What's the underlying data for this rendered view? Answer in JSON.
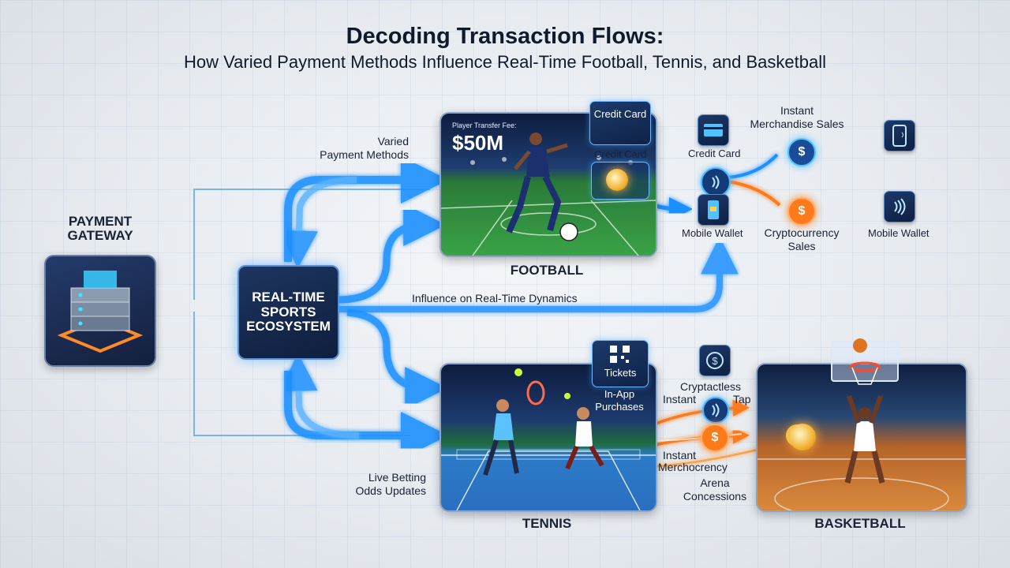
{
  "title": "Decoding Transaction Flows:",
  "subtitle": "How Varied Payment Methods Influence Real-Time Football, Tennis, and Basketball",
  "gateway": {
    "line1": "PAYMENT",
    "line2": "GATEWAY"
  },
  "hub": {
    "line1": "REAL-TIME",
    "line2": "SPORTS",
    "line3": "ECOSYSTEM"
  },
  "labels": {
    "varied": "Varied",
    "payment_methods": "Payment Methods",
    "influence": "Influence on Real-Time Dynamics",
    "live_betting": "Live Betting",
    "odds_updates": "Odds Updates"
  },
  "football": {
    "caption": "FOOTBALL",
    "fee_label": "Player Transfer Fee:",
    "fee_value": "$50M",
    "chip_top": "Credit Card",
    "chip_mid": "Credit Card",
    "out_credit": "Credit Card",
    "out_wallet": "Mobile Wallet",
    "instant": "Instant",
    "merch": "Merchandise Sales",
    "crypto": "Cryptocurrency",
    "crypto_sales": "Sales",
    "far_wallet": "Mobile Wallet"
  },
  "tennis": {
    "caption": "TENNIS",
    "tickets": "Tickets",
    "inapp1": "In-App",
    "inapp2": "Purchases"
  },
  "basketball": {
    "caption": "BASKETBALL",
    "cryptactless": "Cryptactless",
    "instant": "Instant",
    "tap": "Tap",
    "instant2": "Instant",
    "merchocrency": "Merchocrency",
    "arena": "Arena",
    "concessions": "Concessions"
  },
  "icons": {
    "gateway": "server-stack-icon",
    "card": "credit-card-icon",
    "wallet": "mobile-wallet-icon",
    "nfc": "contactless-icon",
    "crypto": "crypto-coin-icon",
    "dollar": "dollar-coin-icon",
    "phone": "smartphone-icon",
    "qr": "qr-code-icon",
    "coin": "tennis-ball-coin-icon"
  },
  "colors": {
    "blue_flow": "#1e90ff",
    "orange_flow": "#ff7a1a",
    "hub_fill": "#14284d",
    "accent": "#2fa8ff"
  }
}
